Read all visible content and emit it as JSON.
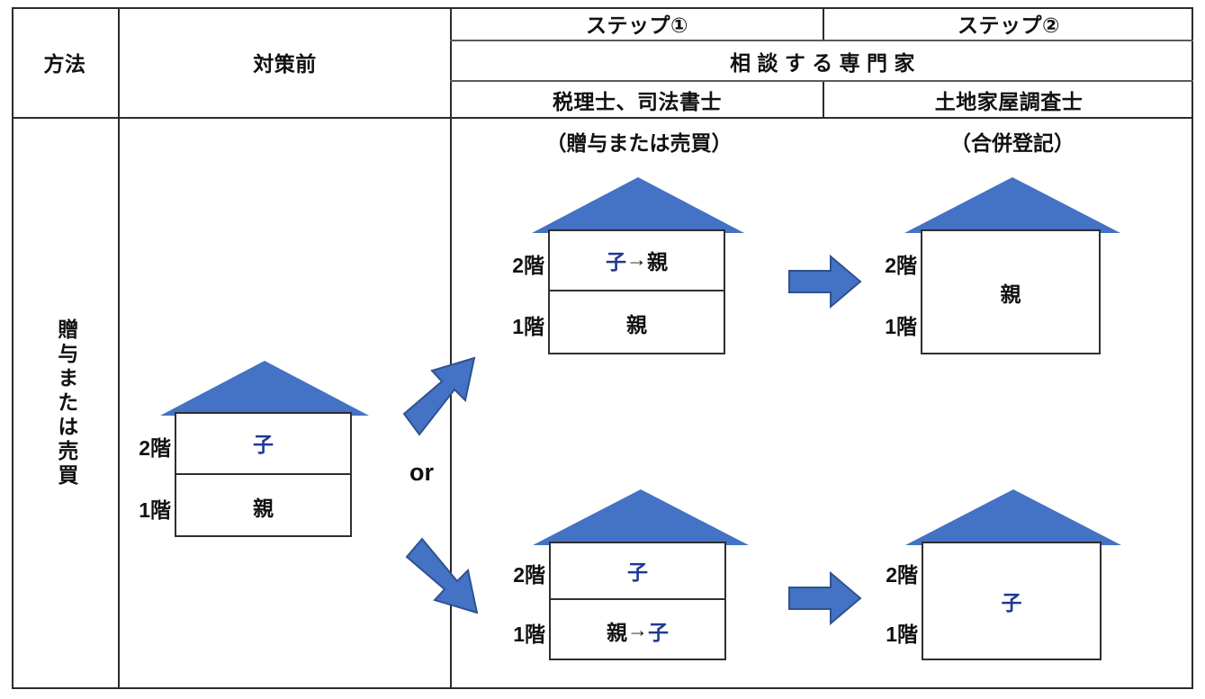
{
  "table": {
    "header": {
      "method_label": "方法",
      "before_label": "対策前",
      "step1_label": "ステップ①",
      "step2_label": "ステップ②",
      "expert_row_label": "相 談 す る 専 門 家",
      "step1_expert": "税理士、司法書士",
      "step2_expert": "土地家屋調査士"
    },
    "row_label": "贈与または売買"
  },
  "colors": {
    "roof_blue": "#4472C4",
    "arrow_blue": "#4472C4",
    "arrow_border": "#2F528F",
    "text_blue": "#1F3A93",
    "text_black": "#111111",
    "border": "#2B2B2B"
  },
  "connectors": {
    "or_label": "or",
    "branch_up_icon": "arrow-up-right-icon",
    "branch_down_icon": "arrow-down-right-icon",
    "step_arrow_top_icon": "arrow-right-icon",
    "step_arrow_bottom_icon": "arrow-right-icon"
  },
  "houses": {
    "before": {
      "caption": "",
      "floor2_tag": "2階",
      "floor1_tag": "1階",
      "floor2_text": "子",
      "floor2_text_color": "blue",
      "floor1_text": "親",
      "floor1_text_color": "black",
      "merged": false
    },
    "step1_top": {
      "caption": "（贈与または売買）",
      "floor2_tag": "2階",
      "floor1_tag": "1階",
      "floor2_text_a": "子",
      "floor2_text_arrow": "→",
      "floor2_text_b": "親",
      "floor1_text": "親",
      "floor1_text_color": "black",
      "merged": false
    },
    "step2_top": {
      "caption": "（合併登記）",
      "floor2_tag": "2階",
      "floor1_tag": "1階",
      "merged_text": "親",
      "merged_text_color": "black",
      "merged": true
    },
    "step1_bottom": {
      "caption": "",
      "floor2_tag": "2階",
      "floor1_tag": "1階",
      "floor2_text": "子",
      "floor2_text_color": "blue",
      "floor1_text_a": "親",
      "floor1_text_arrow": "→",
      "floor1_text_b": "子",
      "merged": false
    },
    "step2_bottom": {
      "caption": "",
      "floor2_tag": "2階",
      "floor1_tag": "1階",
      "merged_text": "子",
      "merged_text_color": "blue",
      "merged": true
    }
  }
}
